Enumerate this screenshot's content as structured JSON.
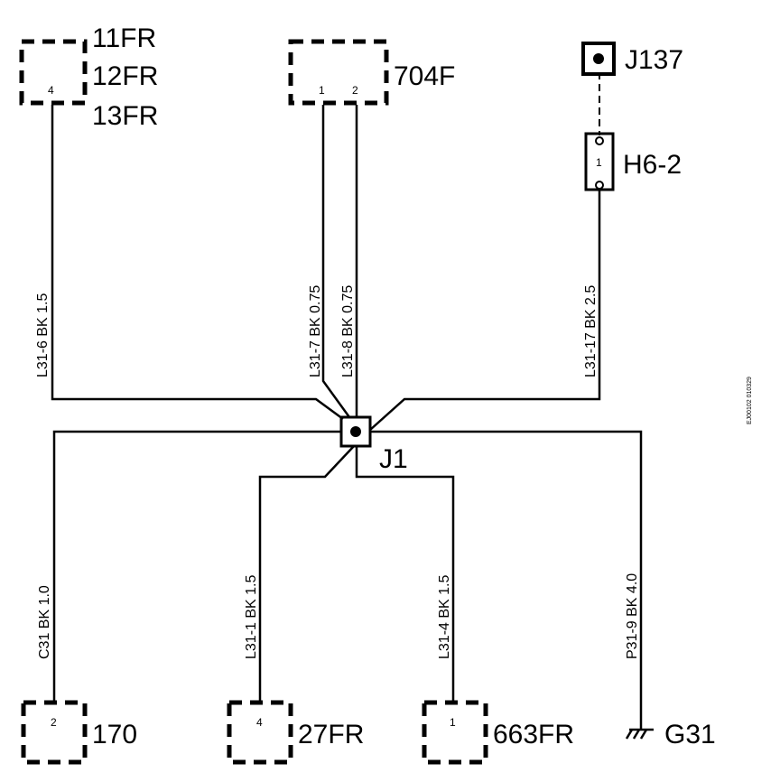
{
  "connectors": {
    "c11fr": {
      "names": [
        "11FR",
        "12FR",
        "13FR"
      ],
      "pin": "4"
    },
    "c704f": {
      "name": "704F",
      "pins": [
        "1",
        "2"
      ]
    },
    "j137": {
      "name": "J137"
    },
    "h62": {
      "name": "H6-2",
      "pin": "1"
    },
    "j1": {
      "name": "J1"
    },
    "c170": {
      "name": "170",
      "pin": "2"
    },
    "c27fr": {
      "name": "27FR",
      "pin": "4"
    },
    "c663fr": {
      "name": "663FR",
      "pin": "1"
    },
    "g31": {
      "name": "G31"
    }
  },
  "wires": {
    "l31_6": "L31-6  BK  1.5",
    "l31_7": "L31-7  BK  0.75",
    "l31_8": "L31-8  BK  0.75",
    "l31_17": "L31-17  BK  2.5",
    "c31": "C31  BK  1.0",
    "l31_1": "L31-1  BK  1.5",
    "l31_4": "L31-4  BK  1.5",
    "p31_9": "P31-9  BK  4.0"
  },
  "drawing_code": "EJ00102 010329"
}
